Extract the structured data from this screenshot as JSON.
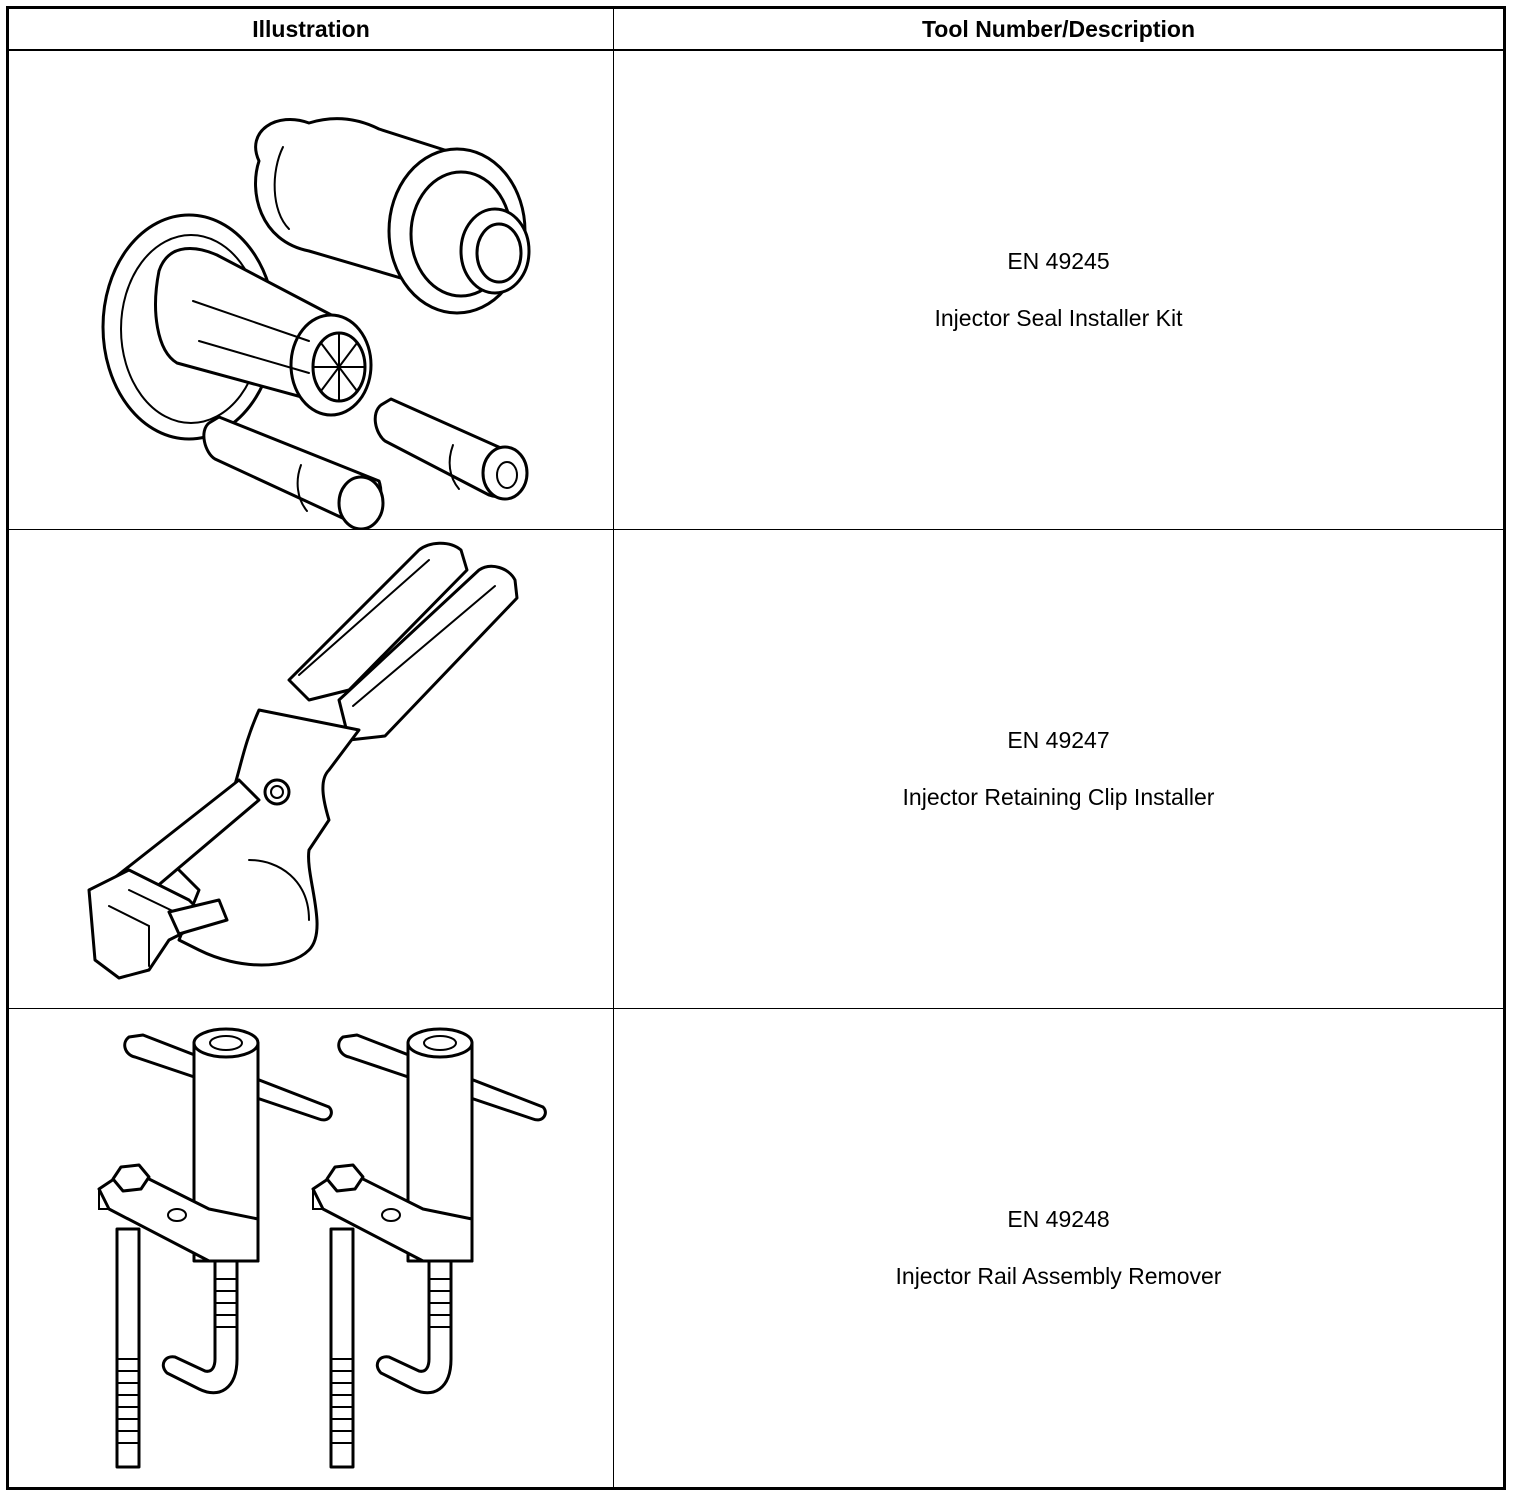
{
  "table": {
    "header": {
      "illustration": "Illustration",
      "description": "Tool Number/Description"
    },
    "rows": [
      {
        "tool_number": "EN 49245",
        "description": "Injector Seal Installer Kit",
        "illustration_icon": "injector-seal-installer-kit-illustration"
      },
      {
        "tool_number": "EN 49247",
        "description": "Injector Retaining Clip Installer",
        "illustration_icon": "injector-retaining-clip-installer-illustration"
      },
      {
        "tool_number": "EN 49248",
        "description": "Injector Rail Assembly Remover",
        "illustration_icon": "injector-rail-assembly-remover-illustration"
      }
    ]
  }
}
